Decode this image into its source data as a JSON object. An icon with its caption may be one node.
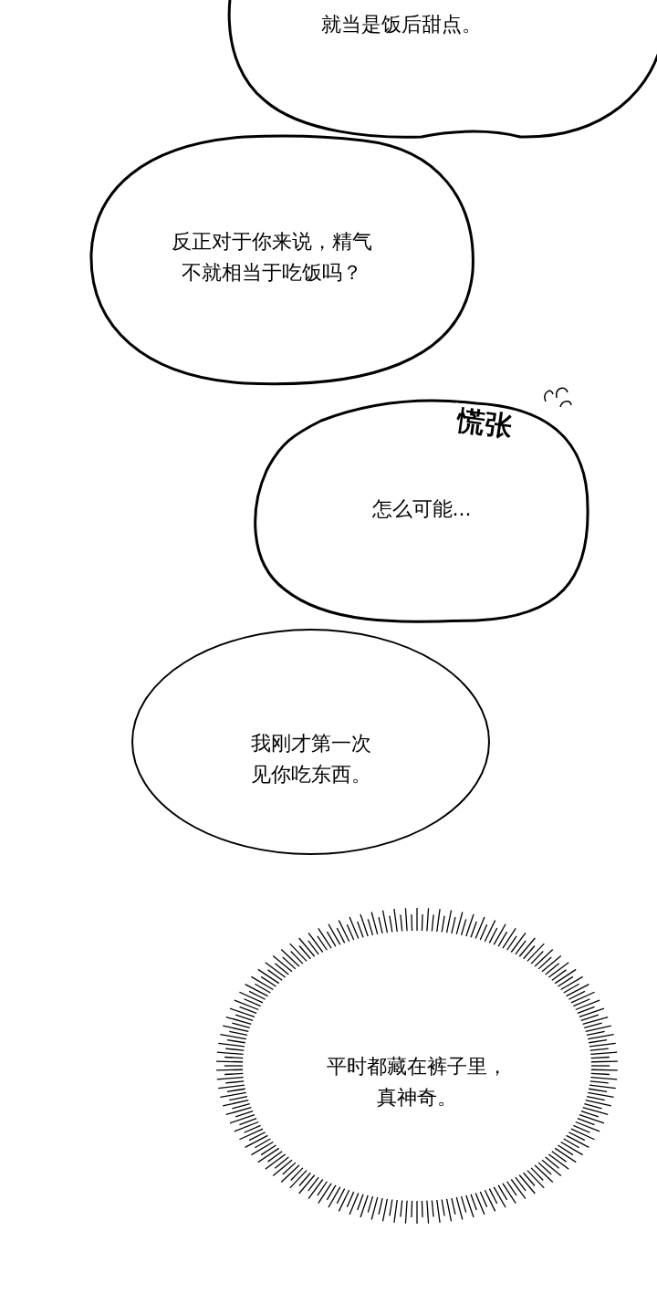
{
  "diagram": {
    "nodes": [
      {
        "text": [
          "就当是饭后甜点。"
        ]
      },
      {
        "text": [
          "反正对于你来说，精气不就相当于吃饭吗？"
        ]
      },
      {
        "text": [
          "慌张",
          "怎么可能..."
        ]
      },
      {
        "text": [
          "我刚才第一次见你吃东西。"
        ]
      },
      {
        "text": [
          "平时都藏在裤子里，真神奇。"
        ]
      }
    ]
  }
}
